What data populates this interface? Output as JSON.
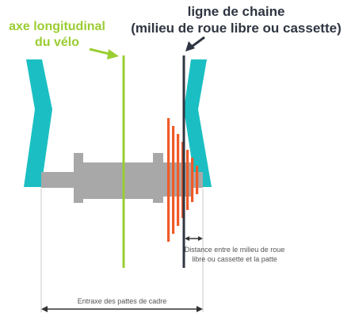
{
  "labels": {
    "axis_line1": "axe longitudinal",
    "axis_line2": "du vélo",
    "chain_line1": "ligne de chaine",
    "chain_line2": "(milieu de roue libre ou cassette)",
    "distance_line1": "Distance entre le milieu de roue",
    "distance_line2": "libre ou cassette et la patte",
    "entraxe": "Entraxe des pattes de cadre"
  },
  "colors": {
    "frame": "#1bbfc3",
    "hub": "#a8a8a8",
    "axis": "#9acd32",
    "chain": "#2f3541",
    "sprockets": "#f05a28",
    "dimension": "#333333",
    "text_dark": "#2f3541",
    "text_small": "#555555"
  },
  "sprockets": {
    "count": 7
  }
}
